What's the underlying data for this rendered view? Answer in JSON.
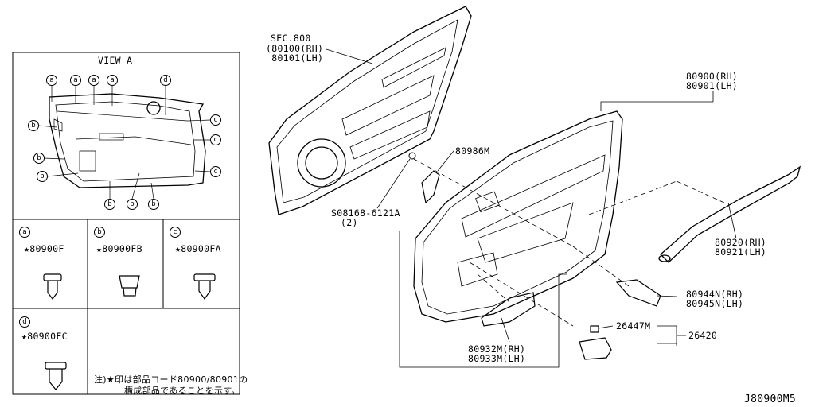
{
  "view_a": {
    "title": "VIEW A",
    "callouts_top": [
      "a",
      "a",
      "a",
      "a",
      "d"
    ],
    "callouts_left": [
      "b",
      "b",
      "b"
    ],
    "callouts_right": [
      "c",
      "c",
      "c"
    ],
    "callouts_bottom": [
      "b",
      "b",
      "b"
    ]
  },
  "clips": [
    {
      "letter": "a",
      "part": "★80900F"
    },
    {
      "letter": "b",
      "part": "★80900FB"
    },
    {
      "letter": "c",
      "part": "★80900FA"
    },
    {
      "letter": "d",
      "part": "★80900FC"
    }
  ],
  "labels": {
    "sec_line1": "SEC.800",
    "sec_line2": "(80100(RH)",
    "sec_line3": " 80101(LH)",
    "trim_rh": "80900(RH)",
    "trim_lh": "80901(LH)",
    "p80986m": "80986M",
    "screw_line1": "S08168-6121A",
    "screw_line2": "(2)",
    "p80920_rh": "80920(RH)",
    "p80921_lh": "80921(LH)",
    "p80944n_rh": "80944N(RH)",
    "p80945n_lh": "80945N(LH)",
    "p26447m": "26447M",
    "p26420": "26420",
    "p80932m_rh": "80932M(RH)",
    "p80933m_lh": "80933M(LH)"
  },
  "note": {
    "line1": "注)★印は部品コード80900/80901の",
    "line2": "構成部品であることを示す。"
  },
  "diagram_id": "J80900M5"
}
